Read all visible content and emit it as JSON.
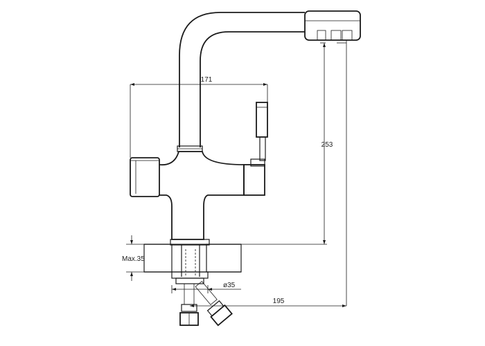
{
  "dimensions": {
    "width_label": "171",
    "height_label": "253",
    "reach_label": "195",
    "thickness_label": "Max.35",
    "hole_label": "ø35"
  },
  "colors": {
    "line": "#1a1a1a",
    "background": "#ffffff"
  }
}
